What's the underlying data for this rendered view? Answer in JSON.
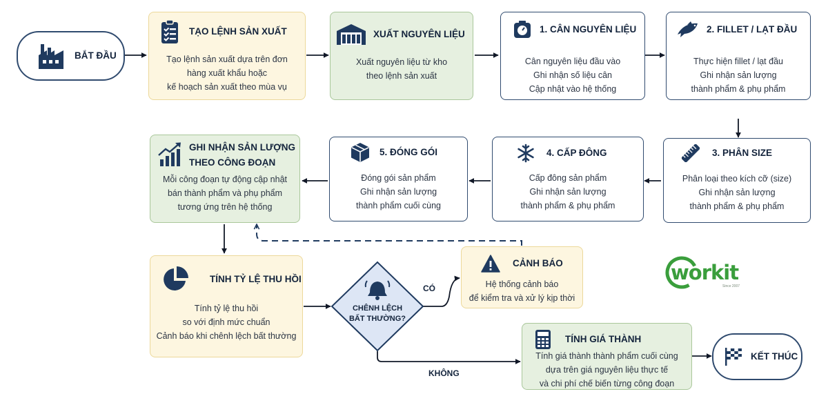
{
  "start": {
    "label": "BẮT ĐẦU"
  },
  "end": {
    "label": "KẾT THÚC"
  },
  "steps": {
    "tao_lenh": {
      "title": "TẠO LỆNH SẢN XUẤT",
      "lines": [
        "Tạo lệnh sản xuất dựa trên đơn",
        "hàng xuất khẩu hoặc",
        "kế hoạch sản xuất theo mùa vụ"
      ]
    },
    "xuat_nl": {
      "title": "XUẤT NGUYÊN LIỆU",
      "lines": [
        "Xuất nguyên liệu từ kho",
        "theo lệnh sản xuất"
      ]
    },
    "can_nl": {
      "title": "1. CÂN NGUYÊN LIỆU",
      "lines": [
        "Cân nguyên liệu đầu vào",
        "Ghi nhận số liệu cân",
        "Cập nhật vào hệ thống"
      ]
    },
    "fillet": {
      "title": "2. FILLET / LẠT ĐẦU",
      "lines": [
        "Thực hiện fillet / lạt đầu",
        "Ghi nhận sản lượng",
        "thành phẩm & phụ phẩm"
      ]
    },
    "phan_size": {
      "title": "3. PHÂN SIZE",
      "lines": [
        "Phân loại theo kích cỡ (size)",
        "Ghi nhận sản lượng",
        "thành phẩm & phụ phẩm"
      ]
    },
    "cap_dong": {
      "title": "4. CẤP ĐÔNG",
      "lines": [
        "Cấp đông sản phẩm",
        "Ghi nhận sản lượng",
        "thành phẩm & phụ phẩm"
      ]
    },
    "dong_goi": {
      "title": "5. ĐÓNG GÓI",
      "lines": [
        "Đóng gói sản phẩm",
        "Ghi nhận sản lượng",
        "thành phẩm cuối cùng"
      ]
    },
    "ghi_nhan": {
      "title1": "GHI NHẬN SẢN LƯỢNG",
      "title2": "THEO CÔNG ĐOẠN",
      "lines": [
        "Mỗi công đoạn tự động cập nhật",
        "bán thành phẩm và phụ phẩm",
        "tương ứng trên hệ thống"
      ]
    },
    "ty_le": {
      "title": "TÍNH TỶ LỆ THU HỒI",
      "lines": [
        "Tính tỷ lệ thu hồi",
        "so với định mức chuẩn",
        "Cảnh báo khi chênh lệch bất thường"
      ]
    },
    "canh_bao": {
      "title": "CẢNH BÁO",
      "lines": [
        "Hệ thống cảnh báo",
        "để kiểm tra và xử lý kịp thời"
      ]
    },
    "gia_thanh": {
      "title": "TÍNH GIÁ THÀNH",
      "lines": [
        "Tính giá thành thành phẩm cuối cùng",
        "dựa trên giá nguyên liệu thực tế",
        "và chi phí chế biến từng công đoạn"
      ]
    }
  },
  "decision": {
    "line1": "CHÊNH LỆCH",
    "line2": "BẤT THƯỜNG?",
    "yes": "CÓ",
    "no": "KHÔNG"
  },
  "logo": {
    "text": "workit",
    "tagline": "Since 2007",
    "color": "#3a9e3c"
  },
  "colors": {
    "navy": "#1f3a5f",
    "yellow_fill": "#fdf6e0",
    "green_fill": "#e6f0e0",
    "decision_fill": "#dde6f5"
  }
}
